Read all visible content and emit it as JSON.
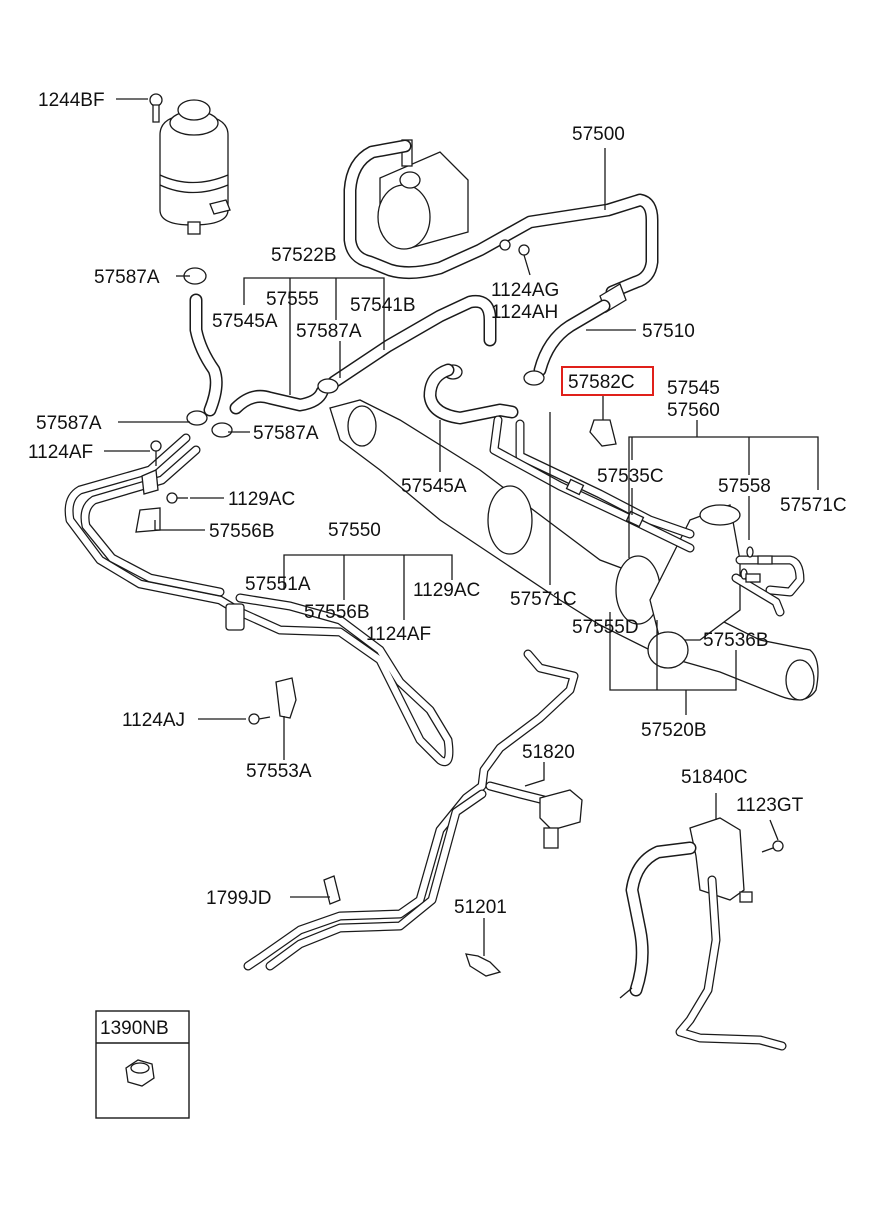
{
  "highlight_color": "#e0201a",
  "labels": {
    "l1244BF": "1244BF",
    "l57500": "57500",
    "l57522B": "57522B",
    "l57587A_1": "57587A",
    "l57555": "57555",
    "l57541B": "57541B",
    "l1124AG": "1124AG",
    "l1124AH": "1124AH",
    "l57545A_1": "57545A",
    "l57587A_2": "57587A",
    "l57510": "57510",
    "l57582C": "57582C",
    "l57545": "57545",
    "l57560": "57560",
    "l57587A_3": "57587A",
    "l57587A_4": "57587A",
    "l1124AF_1": "1124AF",
    "l57535C": "57535C",
    "l57558": "57558",
    "l57545A_2": "57545A",
    "l1129AC_1": "1129AC",
    "l57571C_1": "57571C",
    "l57556B_1": "57556B",
    "l57550": "57550",
    "l57551A": "57551A",
    "l1129AC_2": "1129AC",
    "l57571C_2": "57571C",
    "l57556B_2": "57556B",
    "l57555D": "57555D",
    "l1124AF_2": "1124AF",
    "l57536B": "57536B",
    "l57520B": "57520B",
    "l1124AJ": "1124AJ",
    "l51820": "51820",
    "l57553A": "57553A",
    "l51840C": "51840C",
    "l1123GT": "1123GT",
    "l1799JD": "1799JD",
    "l51201": "51201",
    "l1390NB": "1390NB"
  }
}
